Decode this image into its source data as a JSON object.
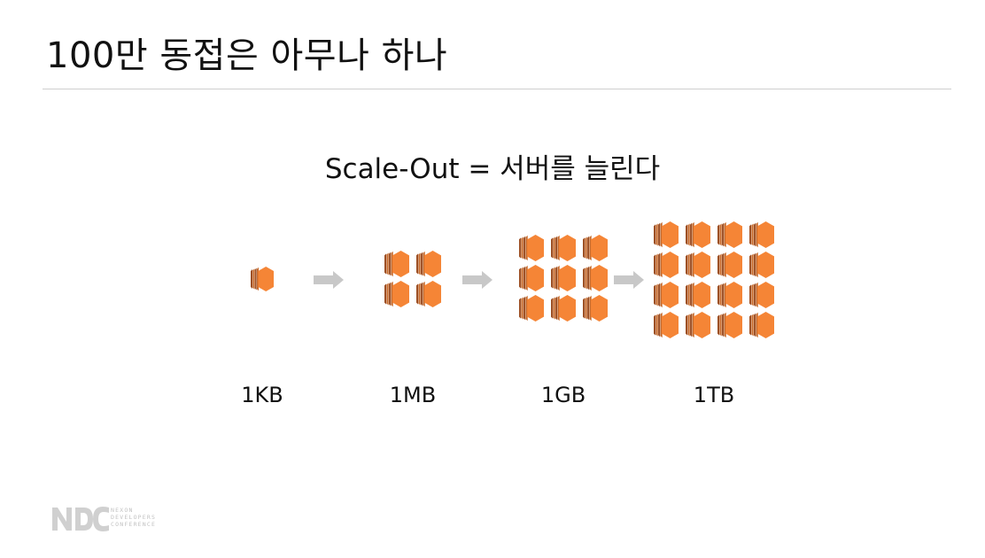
{
  "slide": {
    "title": "100만 동접은 아무나 하나",
    "subtitle": "Scale-Out = 서버를 늘린다"
  },
  "stages": [
    {
      "label": "1KB",
      "columns": 1,
      "rows": 1
    },
    {
      "label": "1MB",
      "columns": 2,
      "rows": 2
    },
    {
      "label": "1GB",
      "columns": 3,
      "rows": 3
    },
    {
      "label": "1TB",
      "columns": 4,
      "rows": 4
    }
  ],
  "icons": {
    "server": "server-icon",
    "arrow": "right-arrow-icon"
  },
  "colors": {
    "server_main": "#f58536",
    "server_dark": "#9d5025",
    "server_mid": "#c76a2b",
    "arrow": "#c8c8c8",
    "rule": "#cfcfcf"
  },
  "logo": {
    "brand": "NDC",
    "sub_lines": [
      "NEXON",
      "DEVELOPERS",
      "CONFERENCE"
    ]
  }
}
